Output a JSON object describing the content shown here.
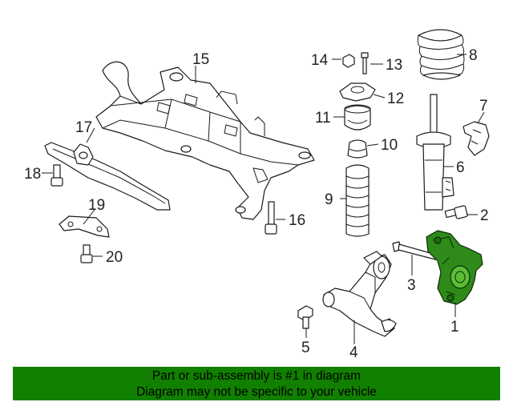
{
  "callouts": {
    "n1": "1",
    "n2": "2",
    "n3": "3",
    "n4": "4",
    "n5": "5",
    "n6": "6",
    "n7": "7",
    "n8": "8",
    "n9": "9",
    "n10": "10",
    "n11": "11",
    "n12": "12",
    "n13": "13",
    "n14": "14",
    "n15": "15",
    "n16": "16",
    "n17": "17",
    "n18": "18",
    "n19": "19",
    "n20": "20"
  },
  "banner": {
    "line1": "Part or sub-assembly is #1 in diagram",
    "line2": "Diagram may not be specific to your vehicle"
  },
  "colors": {
    "highlight": "#2e8b1a",
    "banner_bg": "#118000"
  },
  "highlighted_part": "1"
}
